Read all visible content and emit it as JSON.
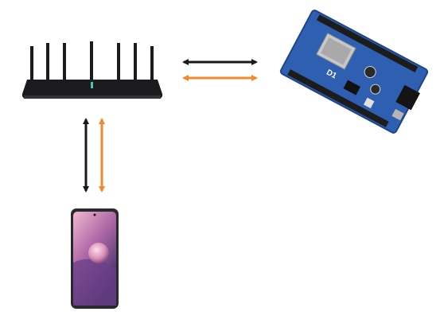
{
  "nodes": {
    "router": {
      "icon": "wifi-router-icon",
      "body_color": "#1b1b1d"
    },
    "board": {
      "icon": "esp8266-wemos-board-icon",
      "body_color": "#2f5fb0",
      "board_label": "D1"
    },
    "phone": {
      "icon": "smartphone-icon",
      "body_color": "#2a2a2e",
      "screen_colors": [
        "#e8a7c0",
        "#9b5aa0",
        "#3d2c64"
      ]
    }
  },
  "links": [
    {
      "id": "router-board",
      "colors": [
        "#1a1a1a",
        "#f08a2c"
      ],
      "bidirectional": true
    },
    {
      "id": "router-phone",
      "colors": [
        "#1a1a1a",
        "#f08a2c"
      ],
      "bidirectional": true
    }
  ],
  "colors": {
    "arrow_dark": "#1a1a1a",
    "arrow_orange": "#f08a2c"
  }
}
